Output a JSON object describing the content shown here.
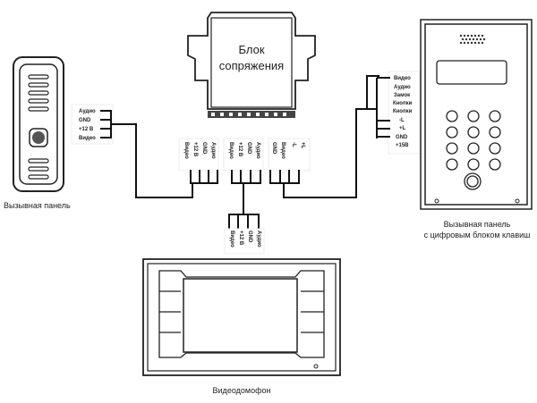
{
  "interface_block": {
    "line1": "Блок",
    "line2": "сопряжения"
  },
  "call_panel": {
    "label": "Вызывная панель",
    "terminals": [
      "Аудио",
      "GND",
      "+12 В",
      "Видео"
    ]
  },
  "keypad_panel": {
    "label_line1": "Вызывная панель",
    "label_line2": "с цифровым блоком клавиш",
    "terminals": [
      "Видео",
      "Аудио",
      "Замок",
      "Кнопки",
      "Кнопки",
      "-L",
      "+L",
      "GND",
      "+15В"
    ]
  },
  "block_terminals": {
    "left": [
      "Видео",
      "+12 В",
      "GND",
      "Аудио"
    ],
    "middle": [
      "Видео",
      "+12 В",
      "GND",
      "Аудио"
    ],
    "right": [
      "GND",
      "Видео",
      "-L",
      "+L"
    ],
    "bottom": [
      "Видео",
      "+12 В",
      "GND",
      "Аудио"
    ]
  },
  "monitor": {
    "label": "Видеодомофон"
  }
}
